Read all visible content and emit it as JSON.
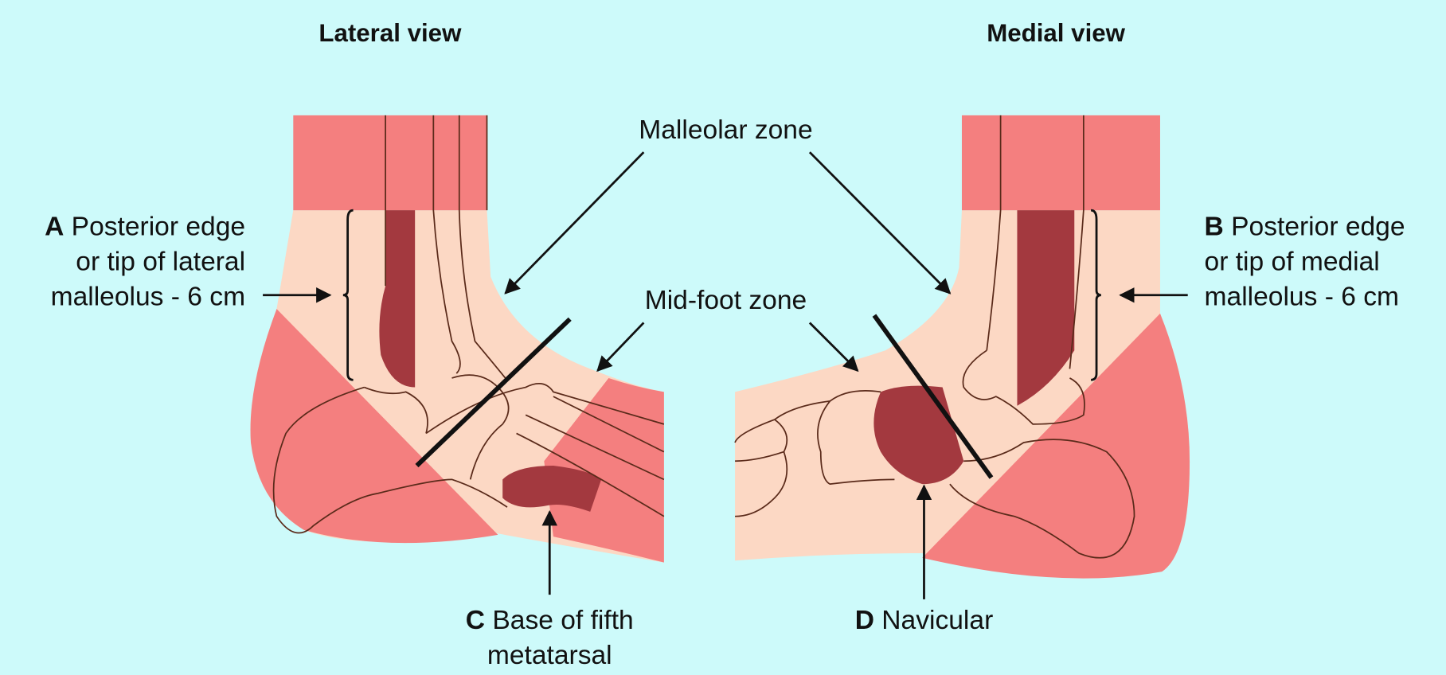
{
  "titles": {
    "lateral": "Lateral view",
    "medial": "Medial view"
  },
  "zones": {
    "malleolar": "Malleolar zone",
    "midfoot": "Mid-foot zone"
  },
  "labels": {
    "a": {
      "letter": "A",
      "lines": [
        "Posterior edge",
        "or tip of lateral",
        "malleolus - 6 cm"
      ]
    },
    "b": {
      "letter": "B",
      "lines": [
        "Posterior edge",
        "or tip of medial",
        "malleolus - 6 cm"
      ]
    },
    "c": {
      "letter": "C",
      "lines": [
        "Base of fifth",
        "metatarsal"
      ]
    },
    "d": {
      "letter": "D",
      "lines": [
        "Navicular"
      ]
    }
  },
  "colors": {
    "background": "#cdfafa",
    "zone_pink": "#f47f7f",
    "skin": "#fcd8c4",
    "bone_dark": "#a3393f"
  }
}
